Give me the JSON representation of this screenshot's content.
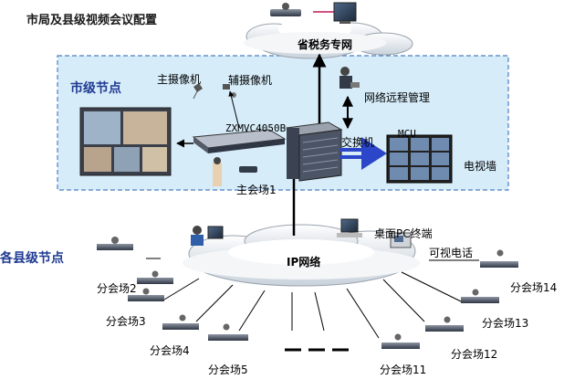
{
  "title": "市局及县级视频会议配置",
  "city_node_label": "市级节点",
  "county_node_label": "各县级节点",
  "top_network_label": "省税务专网",
  "ip_network_label": "IP网络",
  "labels": {
    "main_camera": "主摄像机",
    "aux_camera": "辅摄像机",
    "codec_model": "ZXMVC4050B",
    "remote_mgmt": "网络远程管理",
    "switch": "交换机",
    "mcu": "MCU",
    "tv_wall": "电视墙",
    "main_venue": "主会场1",
    "desktop_pc": "桌面PC终端",
    "video_phone": "可视电话"
  },
  "branches": [
    {
      "id": "s2",
      "label": "分会场2"
    },
    {
      "id": "s3",
      "label": "分会场3"
    },
    {
      "id": "s4",
      "label": "分会场4"
    },
    {
      "id": "s5",
      "label": "分会场5"
    },
    {
      "id": "s11",
      "label": "分会场11"
    },
    {
      "id": "s12",
      "label": "分会场12"
    },
    {
      "id": "s13",
      "label": "分会场13"
    },
    {
      "id": "s14",
      "label": "分会场14"
    }
  ],
  "colors": {
    "city_region_fill": "#d6ecf9",
    "city_region_border": "#4a7fc1",
    "node_text": "#1f3a93",
    "arrow_blue": "#2b46c8",
    "device_dark": "#333a48"
  }
}
